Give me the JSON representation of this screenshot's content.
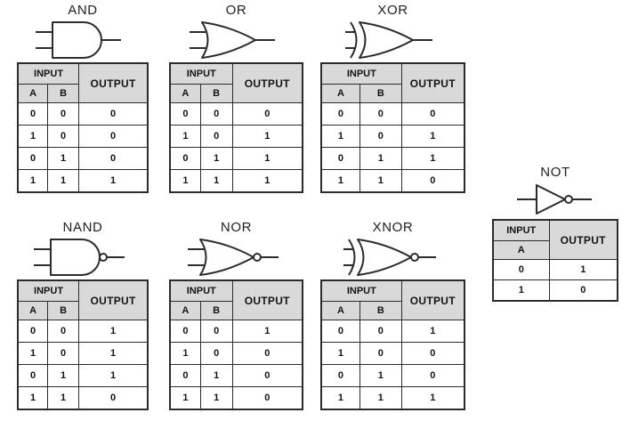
{
  "colors": {
    "background": "#ffffff",
    "table_header_bg": "#d9d9d9",
    "border": "#2c2c2c",
    "text": "#141414",
    "gate_stroke": "#2c2c2c"
  },
  "labels": {
    "input": "INPUT",
    "output": "OUTPUT",
    "a": "A",
    "b": "B"
  },
  "gates": [
    {
      "title": "AND",
      "inputs": [
        "A",
        "B"
      ],
      "rows": [
        [
          "0",
          "0",
          "0"
        ],
        [
          "1",
          "0",
          "0"
        ],
        [
          "0",
          "1",
          "0"
        ],
        [
          "1",
          "1",
          "1"
        ]
      ]
    },
    {
      "title": "OR",
      "inputs": [
        "A",
        "B"
      ],
      "rows": [
        [
          "0",
          "0",
          "0"
        ],
        [
          "1",
          "0",
          "1"
        ],
        [
          "0",
          "1",
          "1"
        ],
        [
          "1",
          "1",
          "1"
        ]
      ]
    },
    {
      "title": "XOR",
      "inputs": [
        "A",
        "B"
      ],
      "rows": [
        [
          "0",
          "0",
          "0"
        ],
        [
          "1",
          "0",
          "1"
        ],
        [
          "0",
          "1",
          "1"
        ],
        [
          "1",
          "1",
          "0"
        ]
      ]
    },
    {
      "title": "NAND",
      "inputs": [
        "A",
        "B"
      ],
      "rows": [
        [
          "0",
          "0",
          "1"
        ],
        [
          "1",
          "0",
          "1"
        ],
        [
          "0",
          "1",
          "1"
        ],
        [
          "1",
          "1",
          "0"
        ]
      ]
    },
    {
      "title": "NOR",
      "inputs": [
        "A",
        "B"
      ],
      "rows": [
        [
          "0",
          "0",
          "1"
        ],
        [
          "1",
          "0",
          "0"
        ],
        [
          "0",
          "1",
          "0"
        ],
        [
          "1",
          "1",
          "0"
        ]
      ]
    },
    {
      "title": "XNOR",
      "inputs": [
        "A",
        "B"
      ],
      "rows": [
        [
          "0",
          "0",
          "1"
        ],
        [
          "1",
          "0",
          "0"
        ],
        [
          "0",
          "1",
          "0"
        ],
        [
          "1",
          "1",
          "1"
        ]
      ]
    },
    {
      "title": "NOT",
      "inputs": [
        "A"
      ],
      "rows": [
        [
          "0",
          "1"
        ],
        [
          "1",
          "0"
        ]
      ]
    }
  ]
}
